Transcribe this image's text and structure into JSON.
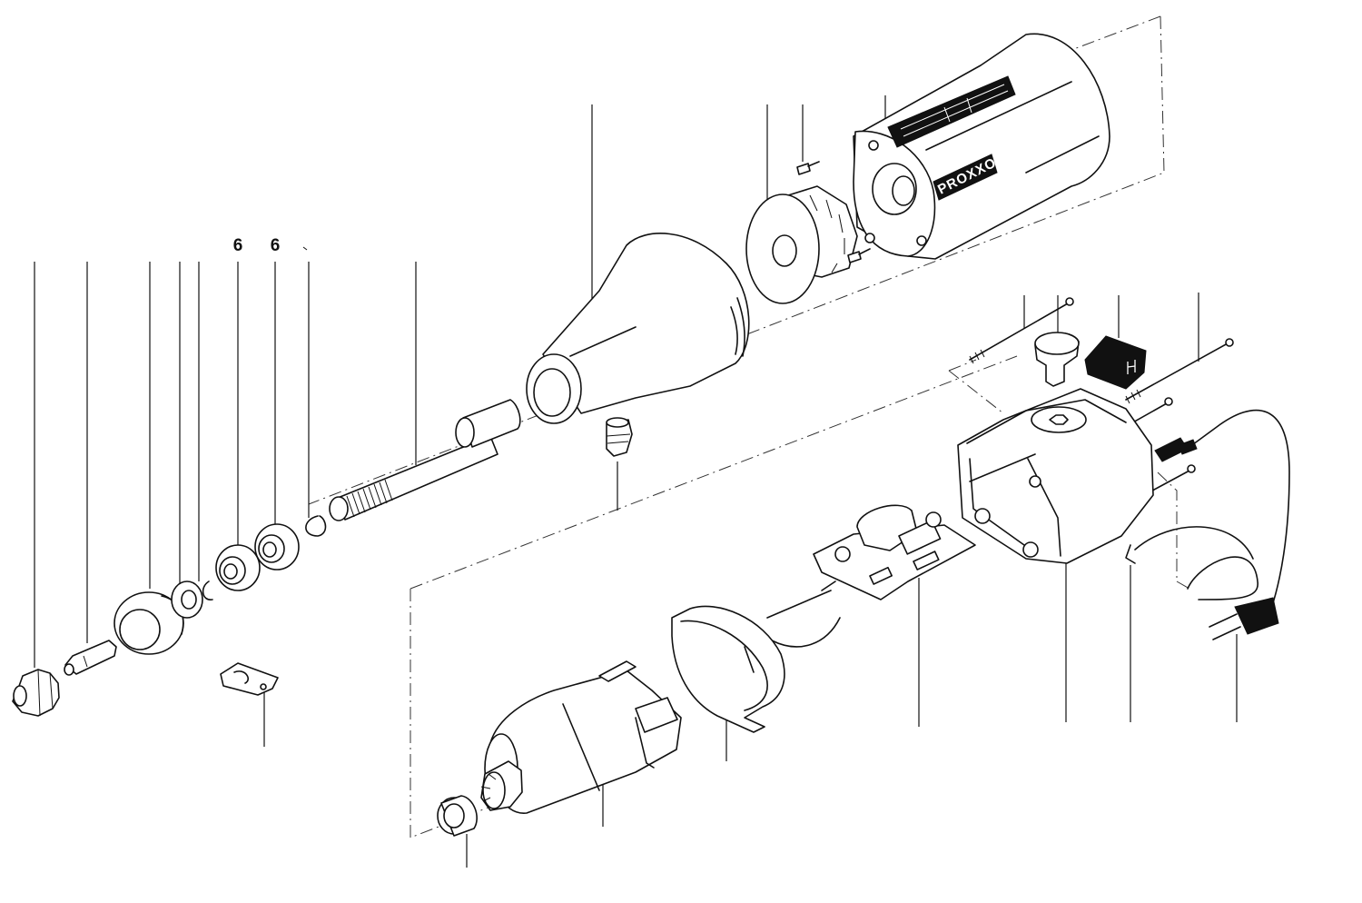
{
  "diagram": {
    "labels": {
      "bearing_left": "6",
      "bearing_right": "6"
    },
    "brand_text": "PROXXON",
    "colors": {
      "line": "#111111",
      "background": "#ffffff",
      "label_plate": "#111111"
    }
  }
}
